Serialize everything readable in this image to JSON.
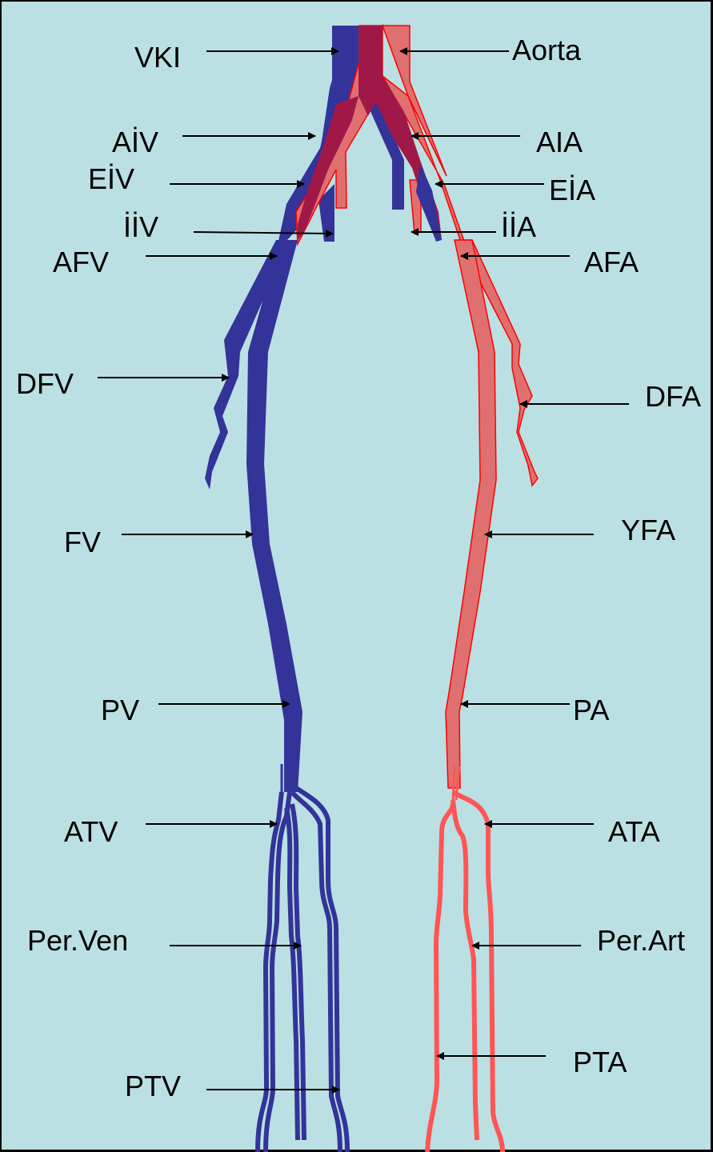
{
  "colors": {
    "background": "#bbe0e3",
    "vein": "#333399",
    "artery": "#e07070",
    "artery_outline": "#ff0000",
    "overlap": "#a01848",
    "artery_distal": "#ff5555"
  },
  "labels": {
    "left": [
      "VKI",
      "AİV",
      "EİV",
      "İİV",
      "AFV",
      "DFV",
      "FV",
      "PV",
      "ATV",
      "Per.Ven",
      "PTV"
    ],
    "right": [
      "Aorta",
      "AIA",
      "EİA",
      "İİA",
      "AFA",
      "DFA",
      "YFA",
      "PA",
      "ATA",
      "Per.Art",
      "PTA"
    ]
  }
}
